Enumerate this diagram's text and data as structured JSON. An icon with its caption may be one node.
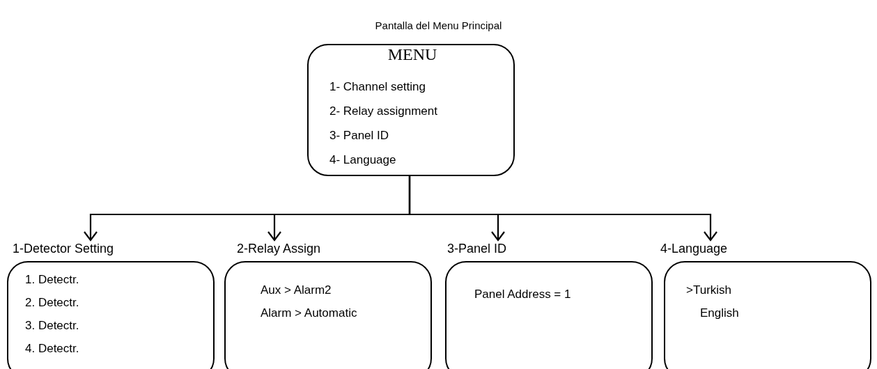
{
  "diagram": {
    "title": "Pantalla del Menu Principal",
    "nodes": [
      {
        "text": [
          "MENU",
          "1- Channel setting",
          "2- Relay assignment",
          "3- Panel ID",
          "4- Language"
        ]
      },
      {
        "text": [
          "1-Detector Setting",
          "1. Detectr.",
          "2. Detectr.",
          "3. Detectr.",
          "4. Detectr."
        ]
      },
      {
        "text": [
          "2-Relay Assign",
          "Aux > Alarm2",
          "Alarm > Automatic"
        ]
      },
      {
        "text": [
          "3-Panel ID",
          "Panel Address = 1"
        ]
      },
      {
        "text": [
          "4-Language",
          ">Turkish",
          "English"
        ]
      }
    ],
    "edges": [
      {
        "from": 0,
        "to": 1,
        "arrow": "to"
      },
      {
        "from": 0,
        "to": 2,
        "arrow": "to"
      },
      {
        "from": 0,
        "to": 3,
        "arrow": "to"
      },
      {
        "from": 0,
        "to": 4,
        "arrow": "to"
      }
    ]
  }
}
